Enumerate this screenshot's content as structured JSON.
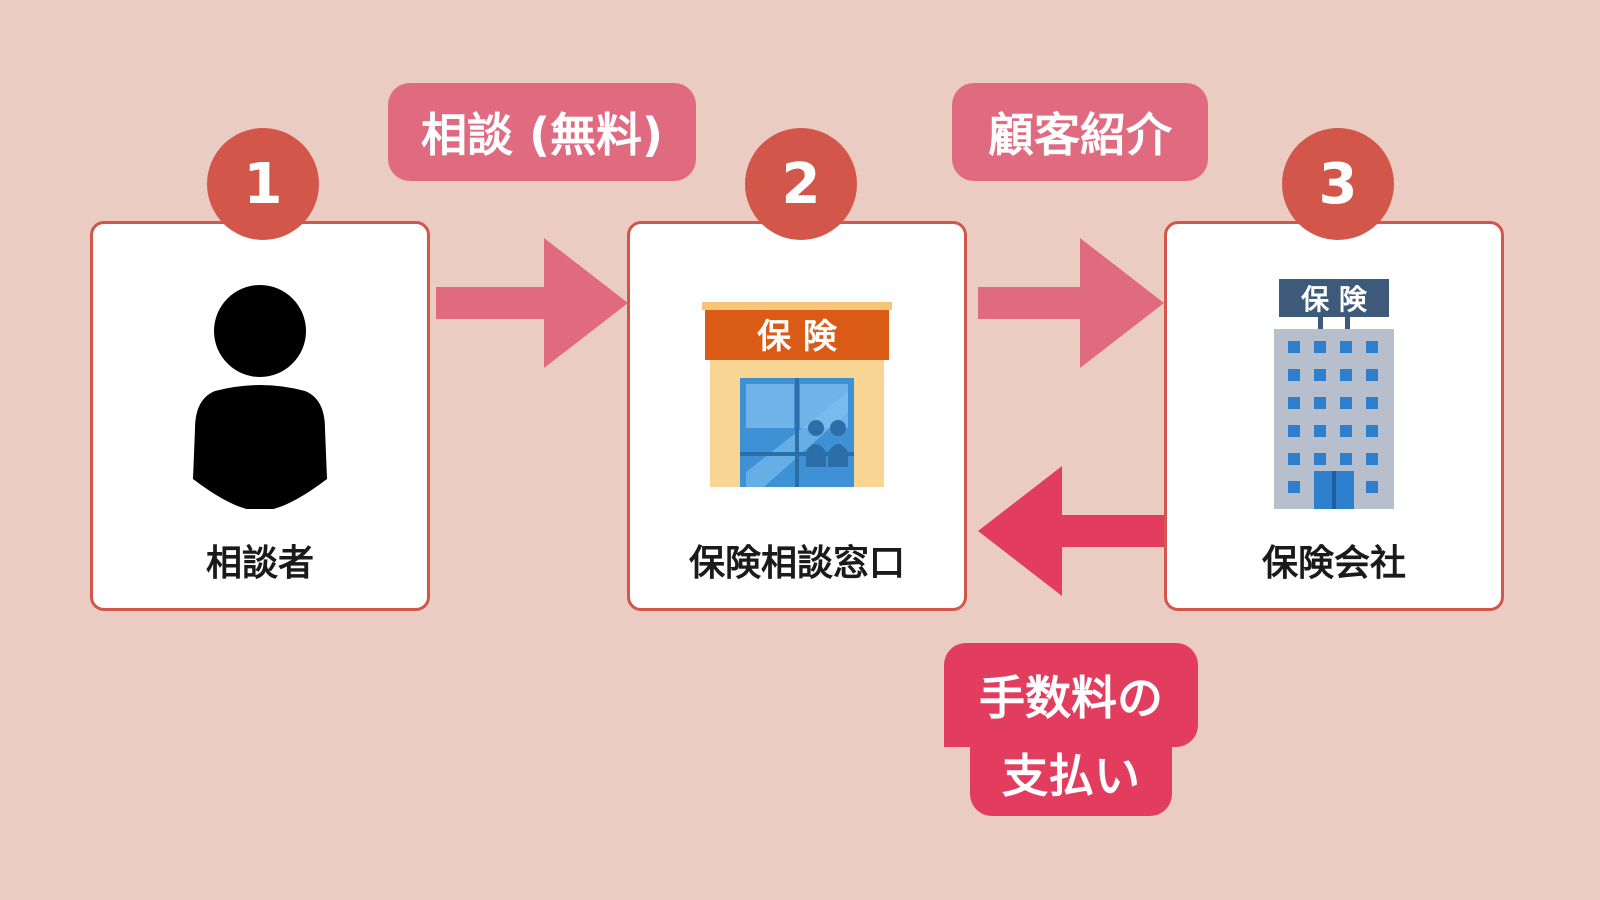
{
  "steps": [
    {
      "number": "1",
      "label": "相談者",
      "icon": "person-icon"
    },
    {
      "number": "2",
      "label": "保険相談窓口",
      "icon": "insurance-shop-icon"
    },
    {
      "number": "3",
      "label": "保険会社",
      "icon": "office-building-icon"
    }
  ],
  "signs": {
    "shop": "保 険",
    "building": "保 険"
  },
  "flows": {
    "consult": "相談 (無料)",
    "referral": "顧客紹介",
    "commission_line1": "手数料の",
    "commission_line2": "支払い"
  },
  "colors": {
    "background": "#EBCCC3",
    "accent": "#D2574A",
    "arrow_light": "#E06B80",
    "arrow_strong": "#E23D5E"
  }
}
